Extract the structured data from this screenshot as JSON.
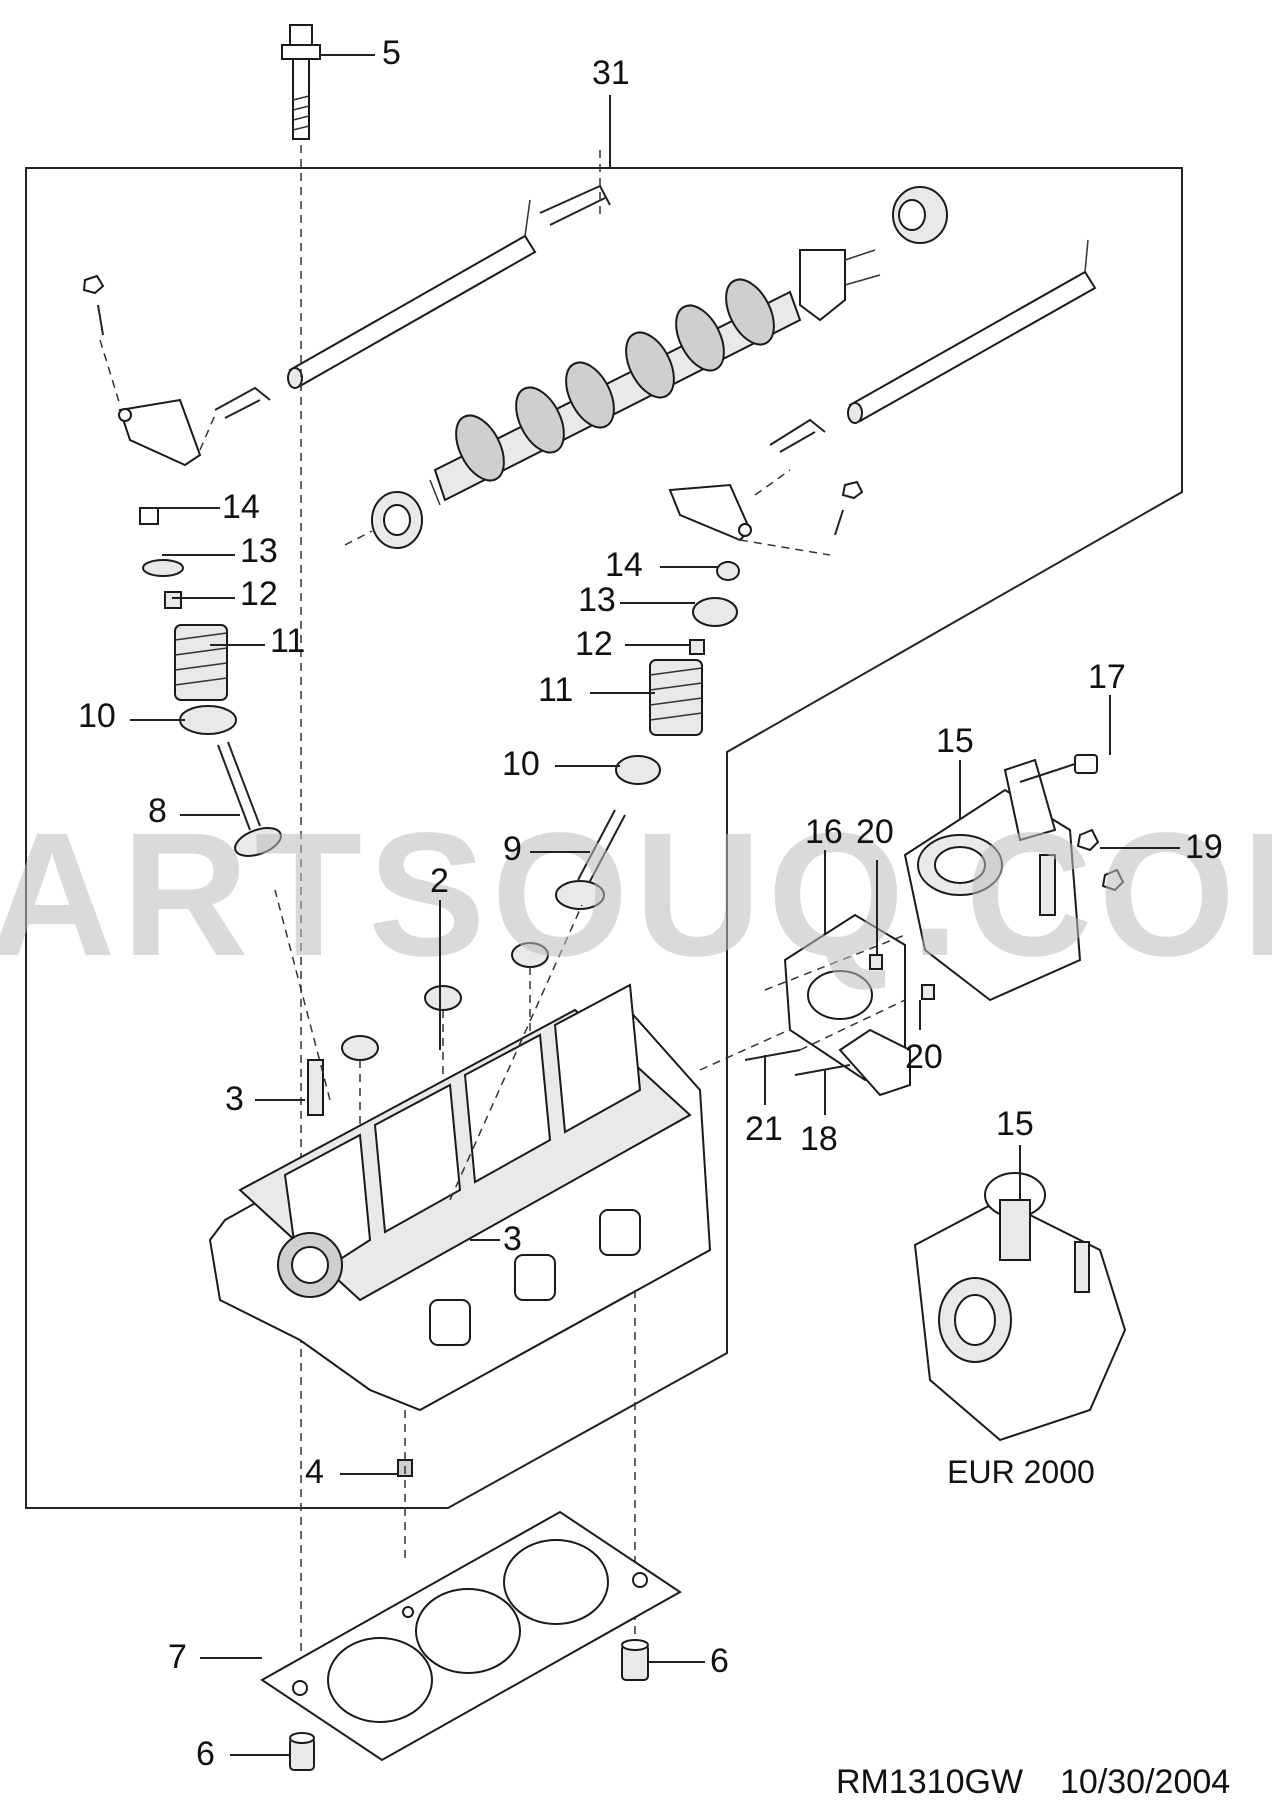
{
  "diagram": {
    "reference_code": "RM1310GW",
    "date": "10/30/2004",
    "watermark": "PARTSOUQ.COM",
    "variant_note": "EUR 2000"
  },
  "callouts": [
    {
      "id": "c5",
      "label": "5"
    },
    {
      "id": "c31",
      "label": "31"
    },
    {
      "id": "c14a",
      "label": "14"
    },
    {
      "id": "c13a",
      "label": "13"
    },
    {
      "id": "c12a",
      "label": "12"
    },
    {
      "id": "c11a",
      "label": "11"
    },
    {
      "id": "c10a",
      "label": "10"
    },
    {
      "id": "c8",
      "label": "8"
    },
    {
      "id": "c14b",
      "label": "14"
    },
    {
      "id": "c13b",
      "label": "13"
    },
    {
      "id": "c12b",
      "label": "12"
    },
    {
      "id": "c11b",
      "label": "11"
    },
    {
      "id": "c10b",
      "label": "10"
    },
    {
      "id": "c9",
      "label": "9"
    },
    {
      "id": "c2",
      "label": "2"
    },
    {
      "id": "c3a",
      "label": "3"
    },
    {
      "id": "c3b",
      "label": "3"
    },
    {
      "id": "c4",
      "label": "4"
    },
    {
      "id": "c7",
      "label": "7"
    },
    {
      "id": "c6a",
      "label": "6"
    },
    {
      "id": "c6b",
      "label": "6"
    },
    {
      "id": "c17",
      "label": "17"
    },
    {
      "id": "c15a",
      "label": "15"
    },
    {
      "id": "c16",
      "label": "16"
    },
    {
      "id": "c20a",
      "label": "20"
    },
    {
      "id": "c19",
      "label": "19"
    },
    {
      "id": "c20b",
      "label": "20"
    },
    {
      "id": "c21",
      "label": "21"
    },
    {
      "id": "c18",
      "label": "18"
    },
    {
      "id": "c15b",
      "label": "15"
    }
  ]
}
